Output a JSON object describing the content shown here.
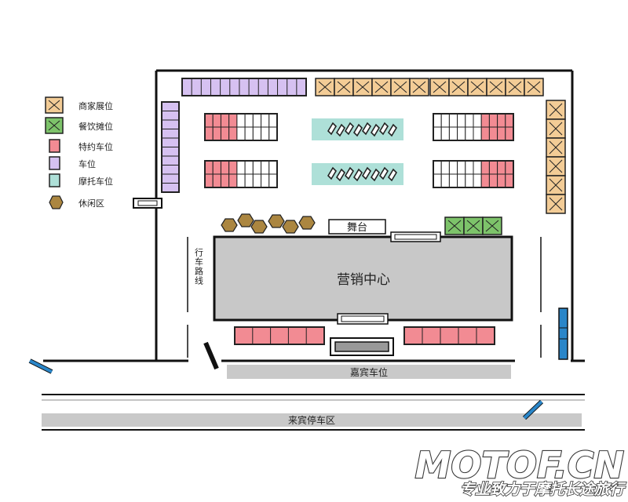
{
  "legend": [
    {
      "label": "商家展位",
      "icon": "vendor-booth-icon",
      "color": "#f3cc96"
    },
    {
      "label": "餐饮摊位",
      "icon": "food-stall-icon",
      "color": "#7dc36a"
    },
    {
      "label": "特约车位",
      "icon": "special-parking-icon",
      "color": "#f28b93"
    },
    {
      "label": "车位",
      "icon": "parking-icon",
      "color": "#d6c1f1"
    },
    {
      "label": "摩托车位",
      "icon": "motorcycle-parking-icon",
      "color": "#aee0d8"
    },
    {
      "label": "休闲区",
      "icon": "leisure-area-icon",
      "color": "#ab8640"
    }
  ],
  "labels": {
    "stage": "舞台",
    "sales_center": "营销中心",
    "lane": "行车路线",
    "vip_parking": "嘉宾车位",
    "guest_parking": "来宾停车区"
  },
  "watermark": {
    "title": "MOTOF.CN",
    "slogan": "专业致力于摩托长途旅行"
  },
  "colors": {
    "vendor": "#f3cc96",
    "food": "#7dc36a",
    "special": "#f28b93",
    "parking": "#d6c1f1",
    "moto": "#aee0d8",
    "leisure": "#ab8640",
    "building": "#c8c8c8",
    "road": "#c9c9c9",
    "blue": "#2a86c9"
  }
}
